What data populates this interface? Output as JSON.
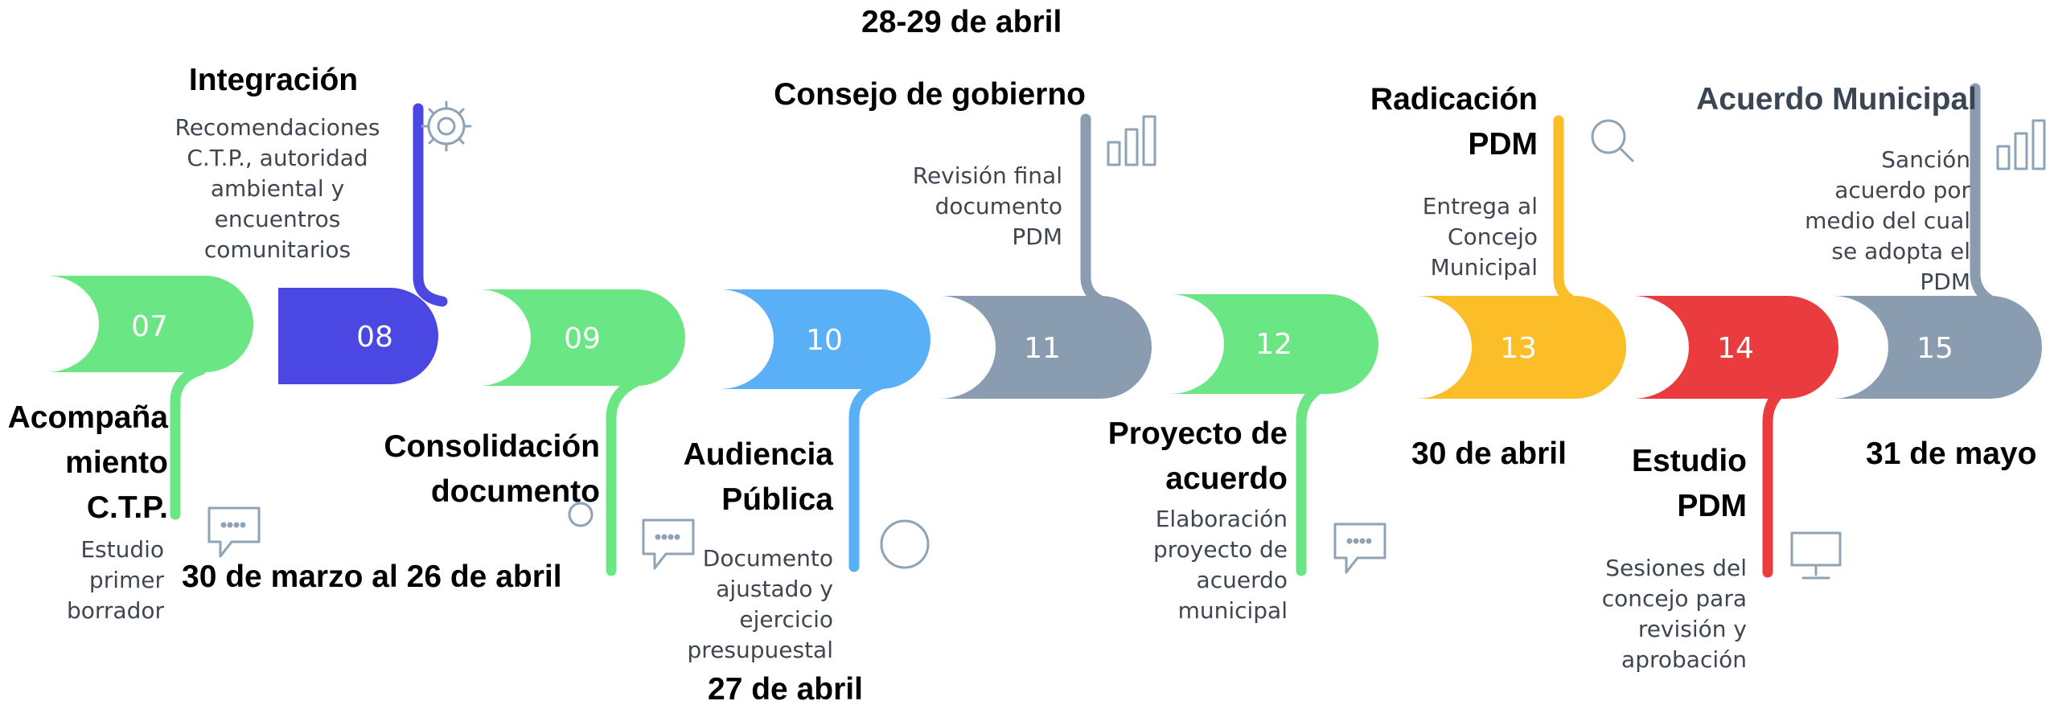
{
  "colors": {
    "green": "#6ae685",
    "indigo": "#4a47e3",
    "blue": "#5ab0f7",
    "slate": "#8a9db0",
    "yellow": "#fbbd28",
    "red": "#ea3b3f",
    "icon": "#8ea3b6"
  },
  "steps": [
    {
      "number": "07",
      "title": "Acompaña\nmiento\nC.T.P.",
      "description": "Estudio\nprimer\nborrador",
      "icon": "chat-icon",
      "color": "#6ae685"
    },
    {
      "number": "08",
      "title": "Integración",
      "description": "Recomendaciones\nC.T.P., autoridad\nambiental y\nencuentros\ncomunitarios",
      "icon": "gear-icon",
      "color": "#4a47e3"
    },
    {
      "number": "09",
      "title": "Consolidación\ndocumento",
      "description": "",
      "icon": "circle-icon",
      "color": "#6ae685"
    },
    {
      "number": "10",
      "title": "Audiencia\nPública",
      "description": "Documento\najustado y\nejercicio\npresupuestal",
      "icon": "circle-icon",
      "color": "#5ab0f7"
    },
    {
      "number": "11",
      "title": "Consejo de gobierno",
      "description": "Revisión final\ndocumento\nPDM",
      "icon": "bar-chart-icon",
      "color": "#8a9db0"
    },
    {
      "number": "12",
      "title": "Proyecto de\nacuerdo",
      "description": "Elaboración\nproyecto de\nacuerdo\nmunicipal",
      "icon": "chat-icon",
      "color": "#6ae685"
    },
    {
      "number": "13",
      "title": "Radicación\nPDM",
      "description": "Entrega al\nConcejo\nMunicipal",
      "icon": "search-icon",
      "color": "#fbbd28"
    },
    {
      "number": "14",
      "title": "Estudio\nPDM",
      "description": "Sesiones del\nconcejo para\nrevisión y\naprobación",
      "icon": "monitor-icon",
      "color": "#ea3b3f"
    },
    {
      "number": "15",
      "title": "Acuerdo Municipal",
      "description": "Sanción\nacuerdo por\nmedio del cual\nse adopta el\nPDM",
      "icon": "bar-chart-icon",
      "color": "#8a9db0"
    }
  ],
  "dates": {
    "d1": "30 de marzo al 26 de abril",
    "d2": "27 de abril",
    "d3": "28-29 de abril",
    "d4": "30 de abril",
    "d5": "31 de mayo"
  }
}
